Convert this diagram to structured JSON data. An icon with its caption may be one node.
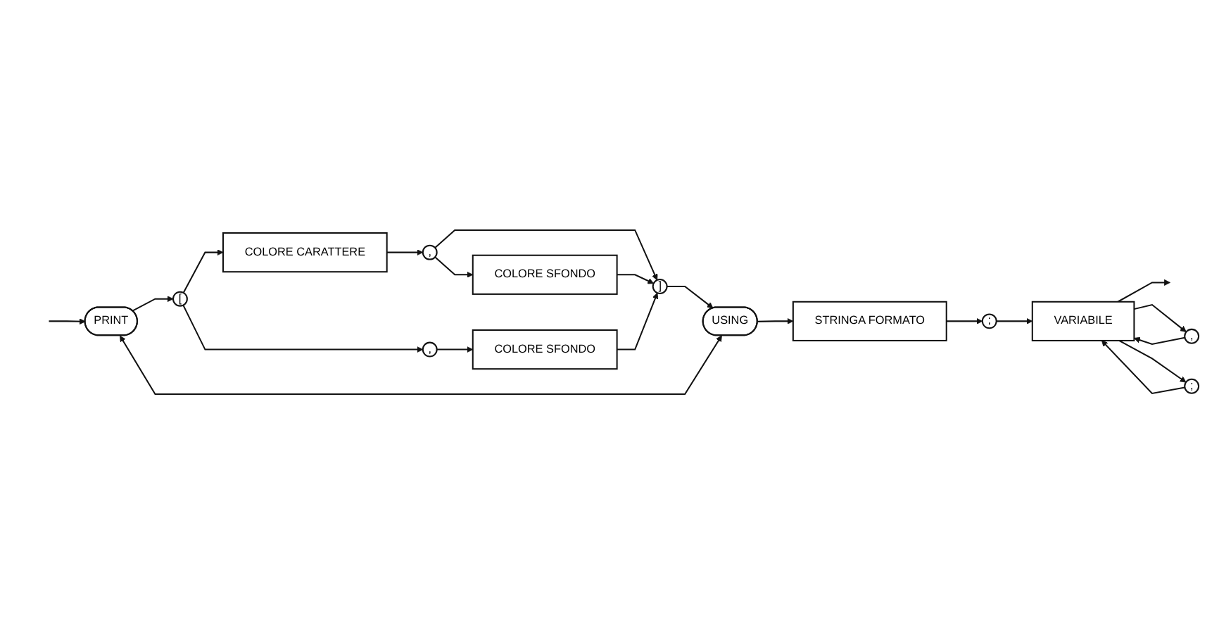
{
  "diagram": {
    "nodes": [
      {
        "text": [
          "PRINT"
        ]
      },
      {
        "text": [
          "["
        ]
      },
      {
        "text": [
          "COLORE CARATTERE"
        ]
      },
      {
        "text": [
          ","
        ]
      },
      {
        "text": [
          "COLORE SFONDO"
        ]
      },
      {
        "text": [
          ","
        ]
      },
      {
        "text": [
          "COLORE SFONDO"
        ]
      },
      {
        "text": [
          "]"
        ]
      },
      {
        "text": [
          "USING"
        ]
      },
      {
        "text": [
          "STRINGA FORMATO"
        ]
      },
      {
        "text": [
          ";"
        ]
      },
      {
        "text": [
          "VARIABILE"
        ]
      },
      {
        "text": [
          ","
        ]
      },
      {
        "text": [
          ";"
        ]
      }
    ],
    "edges": [
      {
        "from": null,
        "to": 0,
        "arrow": "to"
      },
      {
        "from": 0,
        "to": 1,
        "arrow": "to"
      },
      {
        "from": 1,
        "to": 2,
        "arrow": "to"
      },
      {
        "from": 2,
        "to": 3,
        "arrow": "to"
      },
      {
        "from": 3,
        "to": 4,
        "arrow": "to"
      },
      {
        "from": 3,
        "to": 7,
        "arrow": "to"
      },
      {
        "from": 4,
        "to": 7,
        "arrow": "to"
      },
      {
        "from": 1,
        "to": 5,
        "arrow": "to"
      },
      {
        "from": 5,
        "to": 6,
        "arrow": "to"
      },
      {
        "from": 6,
        "to": 7,
        "arrow": "to"
      },
      {
        "from": 7,
        "to": 8,
        "arrow": "to"
      },
      {
        "from": 0,
        "to": 8,
        "arrow": "both"
      },
      {
        "from": 8,
        "to": 9,
        "arrow": "to"
      },
      {
        "from": 9,
        "to": 10,
        "arrow": "to"
      },
      {
        "from": 10,
        "to": 11,
        "arrow": "to"
      },
      {
        "from": 11,
        "to": null,
        "arrow": "to"
      },
      {
        "from": 11,
        "to": 12,
        "arrow": "to"
      },
      {
        "from": 11,
        "to": 13,
        "arrow": "to"
      },
      {
        "from": 12,
        "to": 11,
        "arrow": "to"
      },
      {
        "from": 13,
        "to": 11,
        "arrow": "to"
      }
    ]
  }
}
